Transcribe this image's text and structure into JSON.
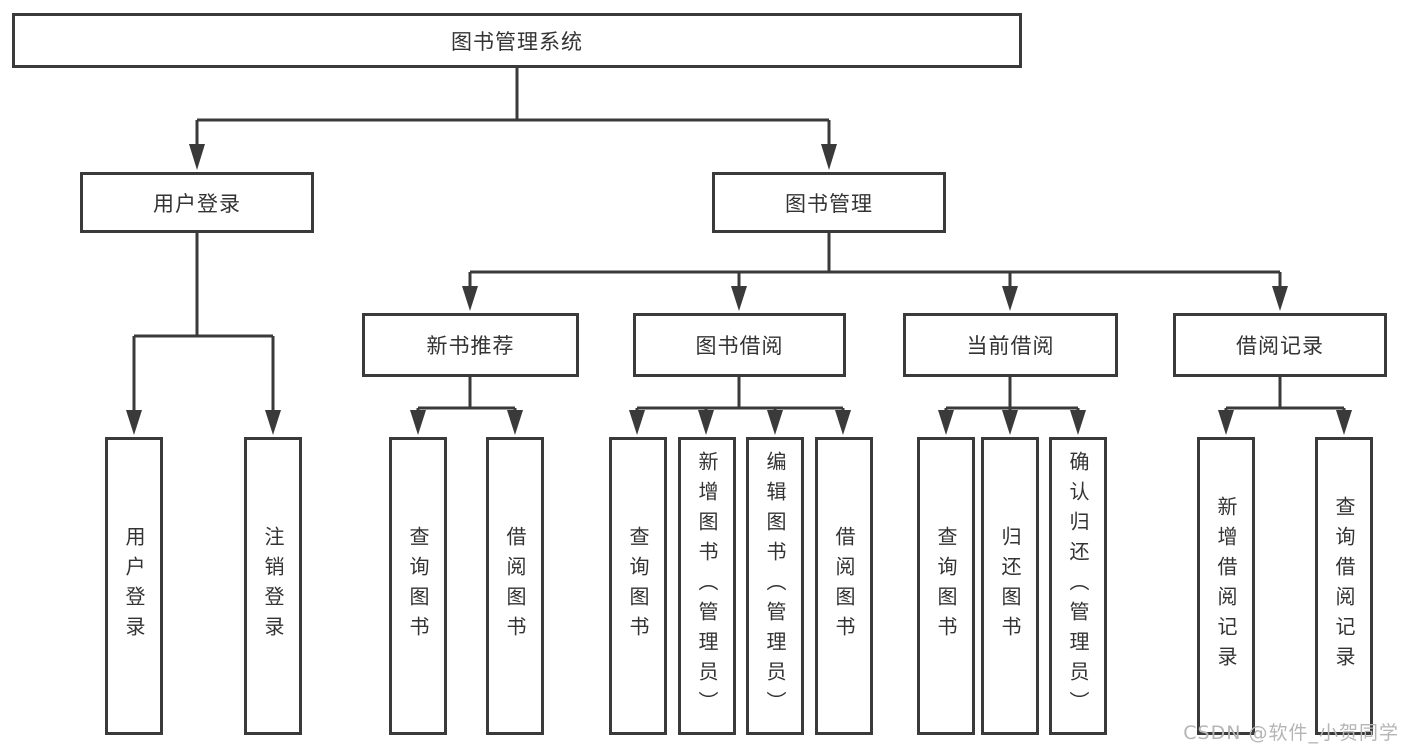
{
  "root": {
    "label": "图书管理系统"
  },
  "level2": [
    {
      "label": "用户登录"
    },
    {
      "label": "图书管理"
    }
  ],
  "level3": [
    {
      "label": "新书推荐",
      "parent": "图书管理"
    },
    {
      "label": "图书借阅",
      "parent": "图书管理"
    },
    {
      "label": "当前借阅",
      "parent": "图书管理"
    },
    {
      "label": "借阅记录",
      "parent": "图书管理"
    }
  ],
  "leaves": [
    {
      "label": "用户登录",
      "parent": "用户登录"
    },
    {
      "label": "注销登录",
      "parent": "用户登录"
    },
    {
      "label": "查询图书",
      "parent": "新书推荐"
    },
    {
      "label": "借阅图书",
      "parent": "新书推荐"
    },
    {
      "label": "查询图书",
      "parent": "图书借阅"
    },
    {
      "label": "新增图书（管理员）",
      "parent": "图书借阅"
    },
    {
      "label": "编辑图书（管理员）",
      "parent": "图书借阅"
    },
    {
      "label": "借阅图书",
      "parent": "图书借阅"
    },
    {
      "label": "查询图书",
      "parent": "当前借阅"
    },
    {
      "label": "归还图书",
      "parent": "当前借阅"
    },
    {
      "label": "确认归还（管理员）",
      "parent": "当前借阅"
    },
    {
      "label": "新增借阅记录",
      "parent": "借阅记录"
    },
    {
      "label": "查询借阅记录",
      "parent": "借阅记录"
    }
  ],
  "watermark": "CSDN @软件_小贺同学",
  "colors": {
    "line": "#3a3a3a",
    "text": "#333333",
    "background": "#ffffff",
    "watermark": "#b5b5b5"
  }
}
